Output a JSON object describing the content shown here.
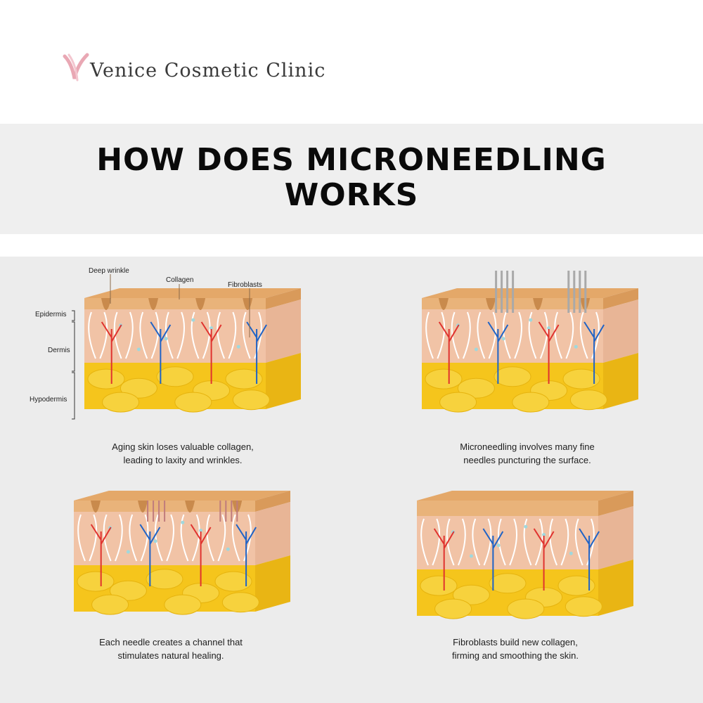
{
  "brand": {
    "name": "Venice Cosmetic Clinic",
    "accent": "#e9a8b4"
  },
  "title": {
    "line1": "HOW DOES MICRONEEDLING",
    "line2": "WORKS"
  },
  "labels": {
    "deep_wrinkle": "Deep wrinkle",
    "collagen": "Collagen",
    "fibroblasts": "Fibroblasts",
    "epidermis": "Epidermis",
    "dermis": "Dermis",
    "hypodermis": "Hypodermis"
  },
  "panels": [
    {
      "caption_line1": "Aging skin loses valuable collagen,",
      "caption_line2": "leading to laxity and wrinkles."
    },
    {
      "caption_line1": "Microneedling involves many fine",
      "caption_line2": "needles puncturing the surface."
    },
    {
      "caption_line1": "Each needle creates a channel that",
      "caption_line2": "stimulates natural healing."
    },
    {
      "caption_line1": "Fibroblasts build new collagen,",
      "caption_line2": "firming and smoothing the skin."
    }
  ],
  "colors": {
    "epidermis": "#e9b37a",
    "dermis": "#f1c3a6",
    "fat": "#f5c51c",
    "artery": "#e0332f",
    "vein": "#1f63c6",
    "collagen": "#ffffff",
    "fibroblast": "#9fd8dd",
    "needle": "#a9a9a9"
  }
}
